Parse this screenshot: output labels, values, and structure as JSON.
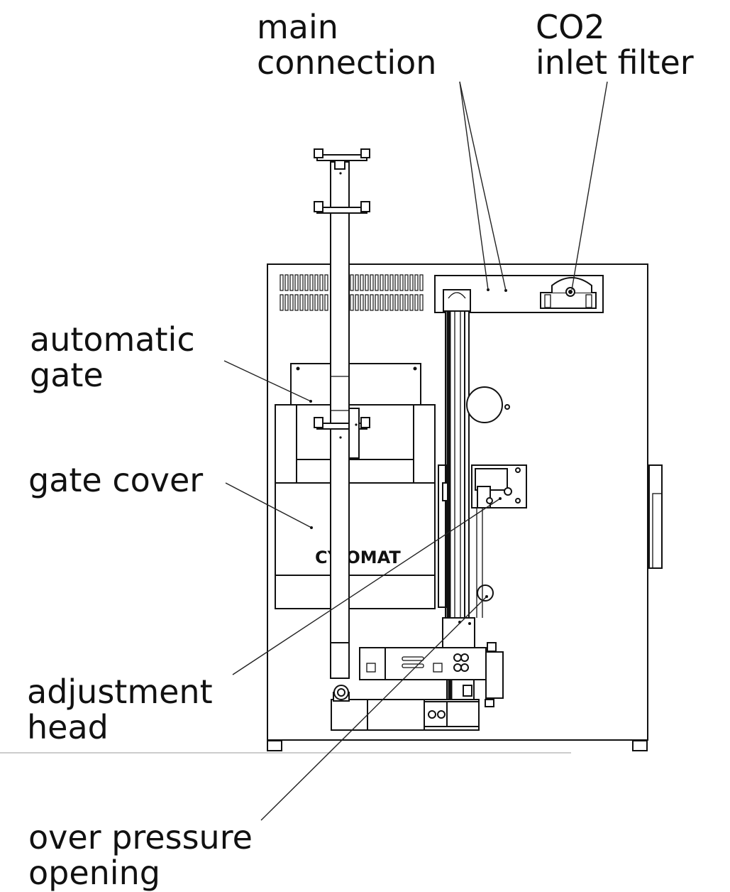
{
  "labels": {
    "main_connection": [
      "main",
      "connection"
    ],
    "co2_inlet_filter": [
      "CO2",
      "inlet filter"
    ],
    "automatic_gate": [
      "automatic",
      "gate"
    ],
    "gate_cover": [
      "gate cover"
    ],
    "adjustment_head": [
      "adjustment",
      "head"
    ],
    "over_pressure_opening": [
      "over pressure",
      "opening"
    ]
  },
  "brand_text": "CY OMAT"
}
